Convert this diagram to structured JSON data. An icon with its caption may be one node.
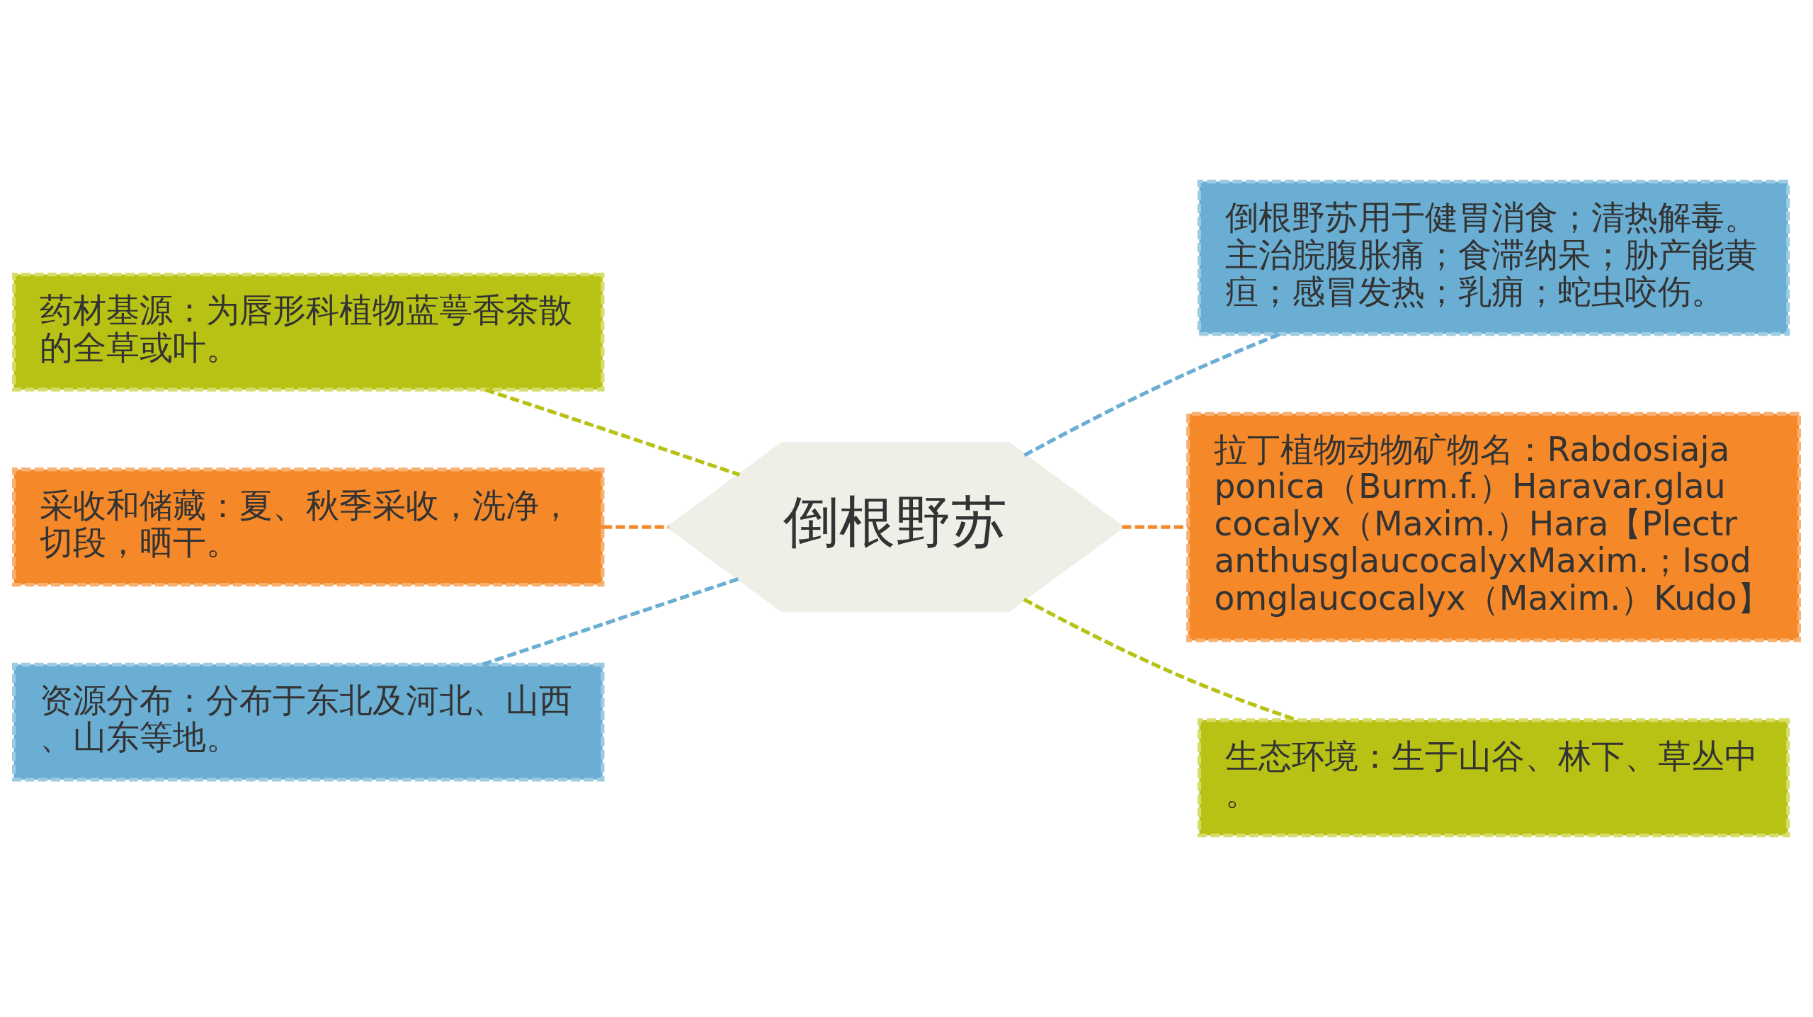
{
  "diagram": {
    "nodes": [
      {
        "text": [
          "倒根野苏"
        ]
      },
      {
        "text": [
          "药材基源：为唇形科植物蓝萼香茶散的全草或叶。"
        ]
      },
      {
        "text": [
          "采收和储藏：夏、秋季采收，洗净，切段，晒干。"
        ]
      },
      {
        "text": [
          "资源分布：分布于东北及河北、山西、山东等地。"
        ]
      },
      {
        "text": [
          "倒根野苏用于健胃消食；清热解毒。主治脘腹胀痛；食滞纳呆；胁产能黄疸；感冒发热；乳痈；蛇虫咬伤。"
        ]
      },
      {
        "text": [
          "拉丁植物动物矿物名：Rabdosiajaponica（Burm.f.）Haravar.glaucocalyx（Maxim.）Hara【PlectranthusglaucocalyxMaxim.；Isodomglaucocalyx（Maxim.）Kudo】"
        ]
      },
      {
        "text": [
          "生态环境：生于山谷、林下、草丛中。"
        ]
      }
    ],
    "edges": [
      {
        "from": 1,
        "to": 0,
        "arrow": "none",
        "style": "dashed",
        "color": "#b8c215"
      },
      {
        "from": 2,
        "to": 0,
        "arrow": "none",
        "style": "dashed",
        "color": "#f5892a"
      },
      {
        "from": 3,
        "to": 0,
        "arrow": "none",
        "style": "dashed",
        "color": "#6aaed3"
      },
      {
        "from": 0,
        "to": 4,
        "arrow": "none",
        "style": "dashed",
        "color": "#6aaed3"
      },
      {
        "from": 0,
        "to": 5,
        "arrow": "none",
        "style": "dashed",
        "color": "#f5892a"
      },
      {
        "from": 0,
        "to": 6,
        "arrow": "none",
        "style": "dashed",
        "color": "#b8c215"
      }
    ]
  }
}
